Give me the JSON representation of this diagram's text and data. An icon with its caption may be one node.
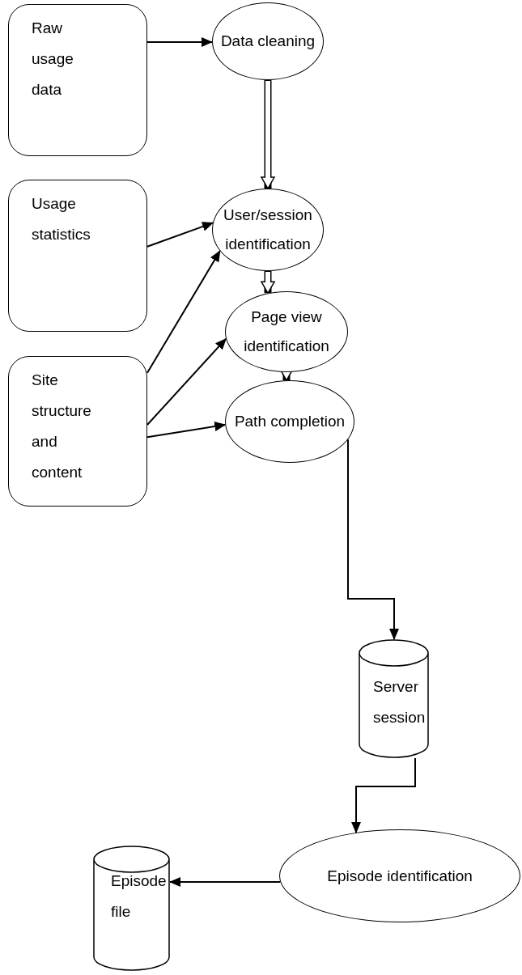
{
  "diagram": {
    "nodes": [
      {
        "text": [
          "Raw usage data"
        ]
      },
      {
        "text": [
          "Data cleaning"
        ]
      },
      {
        "text": [
          "Usage statistics"
        ]
      },
      {
        "text": [
          "User/session identification"
        ]
      },
      {
        "text": [
          "Site structure and content"
        ]
      },
      {
        "text": [
          "Page view identification"
        ]
      },
      {
        "text": [
          "Path completion"
        ]
      },
      {
        "text": [
          "Server session"
        ]
      },
      {
        "text": [
          "Episode identification"
        ]
      },
      {
        "text": [
          "Episode file"
        ]
      }
    ],
    "edges": [
      {
        "from": 0,
        "to": 1,
        "arrow": "to"
      },
      {
        "from": 1,
        "to": 3,
        "arrow": "to",
        "style": "thick"
      },
      {
        "from": 2,
        "to": 3,
        "arrow": "to"
      },
      {
        "from": 4,
        "to": 3,
        "arrow": "to"
      },
      {
        "from": 4,
        "to": 5,
        "arrow": "to"
      },
      {
        "from": 4,
        "to": 6,
        "arrow": "to"
      },
      {
        "from": 3,
        "to": 5,
        "arrow": "to",
        "style": "thick"
      },
      {
        "from": 5,
        "to": 6,
        "arrow": "to",
        "style": "thick"
      },
      {
        "from": 6,
        "to": 7,
        "arrow": "to"
      },
      {
        "from": 7,
        "to": 8,
        "arrow": "to"
      },
      {
        "from": 8,
        "to": 9,
        "arrow": "to"
      }
    ]
  }
}
